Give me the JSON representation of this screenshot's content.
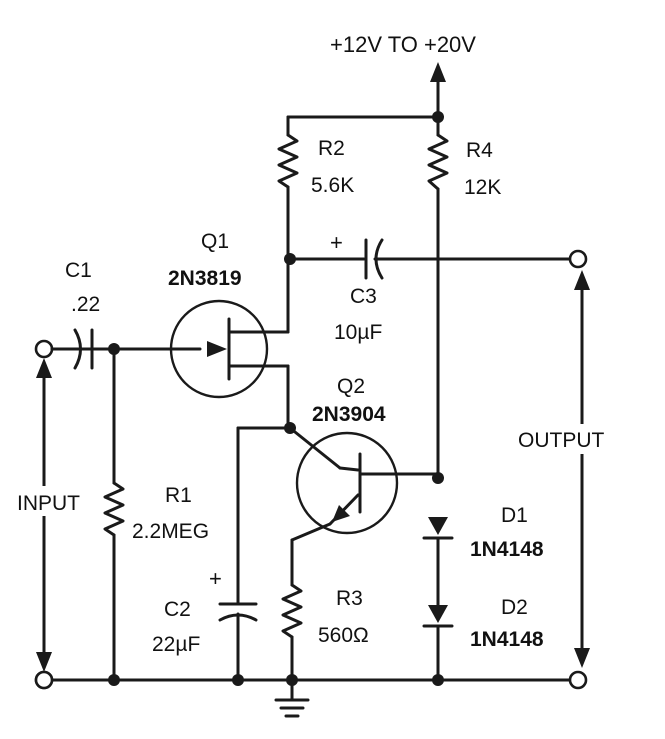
{
  "supply": {
    "label": "+12V TO +20V"
  },
  "components": {
    "r2": {
      "ref": "R2",
      "value": "5.6K"
    },
    "r4": {
      "ref": "R4",
      "value": "12K"
    },
    "q1": {
      "ref": "Q1",
      "part": "2N3819"
    },
    "c1": {
      "ref": "C1",
      "value": ".22"
    },
    "c3": {
      "ref": "C3",
      "value": "10µF",
      "polarity": "+"
    },
    "q2": {
      "ref": "Q2",
      "part": "2N3904"
    },
    "r1": {
      "ref": "R1",
      "value": "2.2MEG"
    },
    "c2": {
      "ref": "C2",
      "value": "22µF",
      "polarity": "+"
    },
    "r3": {
      "ref": "R3",
      "value": "560Ω"
    },
    "d1": {
      "ref": "D1",
      "part": "1N4148"
    },
    "d2": {
      "ref": "D2",
      "part": "1N4148"
    }
  },
  "ports": {
    "input": "INPUT",
    "output": "OUTPUT"
  },
  "colors": {
    "ink": "#1a1a1a",
    "background": "#ffffff"
  }
}
